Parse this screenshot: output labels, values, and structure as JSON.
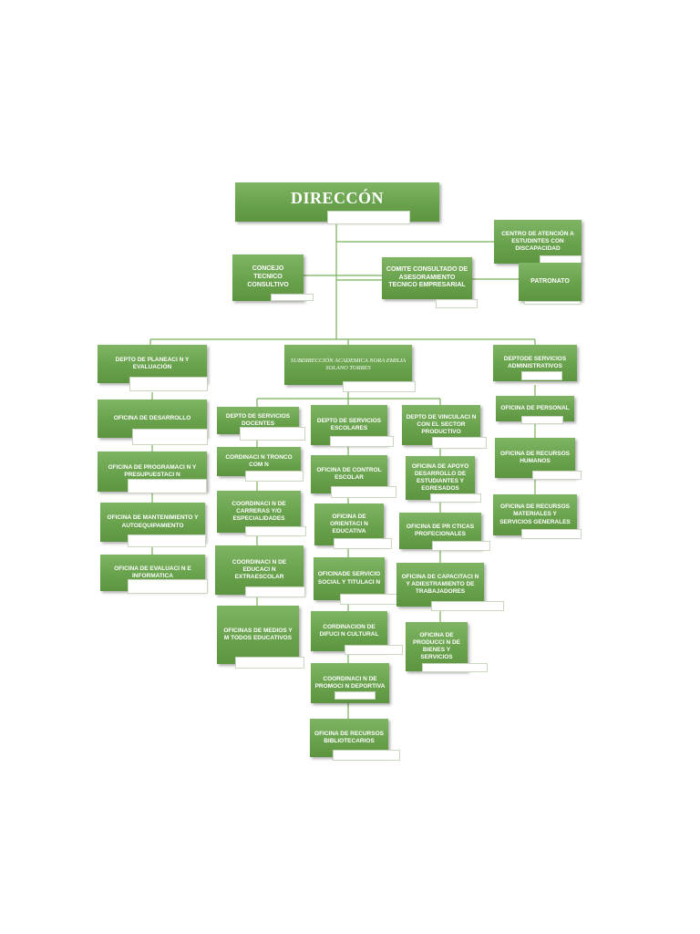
{
  "colors": {
    "box": "#69a24c",
    "line": "#77b05a",
    "tag": "#ffffff"
  },
  "nodes": {
    "direccion": "DIRECCÓN",
    "centro_atencion": "CENTRO DE ATENCIÓN A ESTUDINTES CON DISCAPACIDAD",
    "concejo_tecnico": "CONCEJO TECNICO CONSULTIVO",
    "comite_consultado": "COMITE CONSULTADO DE ASESORAMIENTO TECNICO EMPRESARIAL",
    "patronato": "PATRONATO",
    "depto_planeacion": "DEPTO DE PLANEACI N Y EVALUACIÓN",
    "subdireccion": "SUBDIRECCIÓN ACADEMICA NORA EMILIA SOLANO TORRES",
    "depto_servicios_admin": "DEPTODE SERVICIOS ADMINISTRATIVOS",
    "oficina_desarrollo": "OFICINA DE DESARROLLO",
    "oficina_programacion": "OFICINA DE PROGRAMACI N Y PRESUPUESTACI N",
    "oficina_mantenimiento": "OFICINA DE MANTENIMIENTO Y AUTOEQUIPAMIENTO",
    "oficina_evaluacion": "OFICINA DE EVALUACI N E INFORMATICA",
    "depto_servicios_docentes": "DEPTO DE SERVICIOS DOCENTES",
    "cordinacion_tronco": "CORDINACI N TRONCO COM N",
    "coordinacion_carreras": "COORDINACI N DE CARRERAS Y/O ESPECIALIDADES",
    "coordinacion_extraescolar": "COORDINACI N DE EDUCACI N EXTRAESCOLAR",
    "oficinas_medios": "OFICINAS DE MEDIOS Y M TODOS EDUCATIVOS",
    "depto_servicios_escolares": "DEPTO DE SERVICIOS ESCOLARES",
    "oficina_control_escolar": "OFICINA DE CONTROL ESCOLAR",
    "oficina_orientacion": "OFICINA DE ORIENTACI N EDUCATIVA",
    "oficina_servicio_social": "OFICINADE SERVICIO SOCIAL Y TITULACI N",
    "coordinacion_difusion": "CORDINACION DE DIFUCI N CULTURAL",
    "coordinacion_promocion": "COORDINACI N DE PROMOCI N DEPORTIVA",
    "oficina_recursos_biblio": "OFICINA DE RECURSOS BIBLIOTECARIOS",
    "depto_vinculacion": "DEPTO DE VINCULACI N CON EL SECTOR PRODUCTIVO",
    "oficina_apoyo_desarrollo": "OFICINA DE APOYO DESARROLLO DE ESTUDIANTES Y EGRESADOS",
    "oficina_practicas": "OFICINA DE PR CTICAS PROFECIONALES",
    "oficina_capacitacion": "OFICINA DE CAPACITACI N Y ADIESTRAMIENTO DE TRABAJADORES",
    "oficina_produccion": "OFICINA DE PRODUCCI N DE BIENES Y SERVICIOS",
    "oficina_personal": "OFICINA DE PERSONAL",
    "oficina_recursos_humanos": "OFICINA DE RECURSOS HUMANOS",
    "oficina_recursos_materiales": "OFICINA DE RECURSOS MATERIALES Y SERVICIOS GENERALES"
  }
}
